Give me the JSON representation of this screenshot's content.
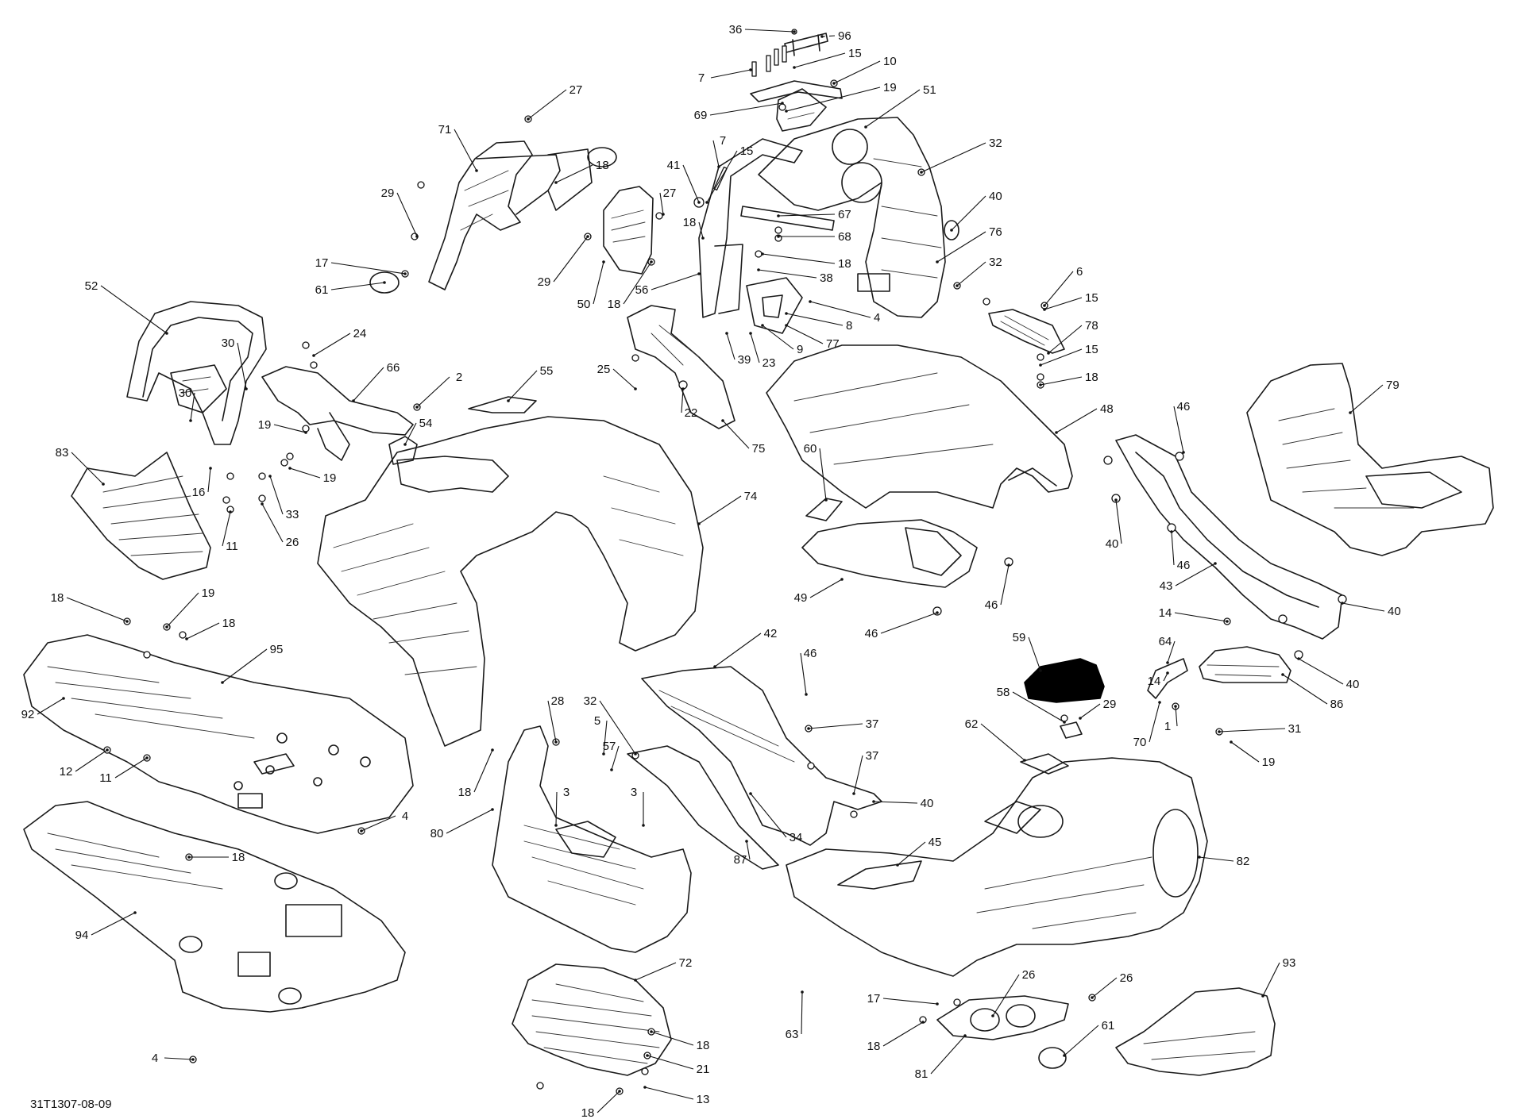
{
  "diagram_code": "31T1307-08-09",
  "callouts": [
    {
      "id": "c36a",
      "text": "36"
    },
    {
      "id": "c96",
      "text": "96"
    },
    {
      "id": "c15a",
      "text": "15"
    },
    {
      "id": "c7a",
      "text": "7"
    },
    {
      "id": "c10",
      "text": "10"
    },
    {
      "id": "c69",
      "text": "69"
    },
    {
      "id": "c19a",
      "text": "19"
    },
    {
      "id": "c51",
      "text": "51"
    },
    {
      "id": "c27a",
      "text": "27"
    },
    {
      "id": "c71",
      "text": "71"
    },
    {
      "id": "c18a",
      "text": "18"
    },
    {
      "id": "c7b",
      "text": "7"
    },
    {
      "id": "c15b",
      "text": "15"
    },
    {
      "id": "c41",
      "text": "41"
    },
    {
      "id": "c32a",
      "text": "32"
    },
    {
      "id": "c27b",
      "text": "27"
    },
    {
      "id": "c18b",
      "text": "18"
    },
    {
      "id": "c67",
      "text": "67"
    },
    {
      "id": "c40a",
      "text": "40"
    },
    {
      "id": "c29a",
      "text": "29"
    },
    {
      "id": "c68",
      "text": "68"
    },
    {
      "id": "c76",
      "text": "76"
    },
    {
      "id": "c18c",
      "text": "18"
    },
    {
      "id": "c17a",
      "text": "17"
    },
    {
      "id": "c32b",
      "text": "32"
    },
    {
      "id": "c38",
      "text": "38"
    },
    {
      "id": "c61a",
      "text": "61"
    },
    {
      "id": "c29b",
      "text": "29"
    },
    {
      "id": "c56",
      "text": "56"
    },
    {
      "id": "c6",
      "text": "6"
    },
    {
      "id": "c50",
      "text": "50"
    },
    {
      "id": "c18d",
      "text": "18"
    },
    {
      "id": "c8",
      "text": "8"
    },
    {
      "id": "c4a",
      "text": "4"
    },
    {
      "id": "c15c",
      "text": "15"
    },
    {
      "id": "c52",
      "text": "52"
    },
    {
      "id": "c77",
      "text": "77"
    },
    {
      "id": "c78",
      "text": "78"
    },
    {
      "id": "c24",
      "text": "24"
    },
    {
      "id": "c9",
      "text": "9"
    },
    {
      "id": "c15d",
      "text": "15"
    },
    {
      "id": "c30a",
      "text": "30"
    },
    {
      "id": "c39",
      "text": "39"
    },
    {
      "id": "c23",
      "text": "23"
    },
    {
      "id": "c66",
      "text": "66"
    },
    {
      "id": "c18e",
      "text": "18"
    },
    {
      "id": "c25",
      "text": "25"
    },
    {
      "id": "c55",
      "text": "55"
    },
    {
      "id": "c2",
      "text": "2"
    },
    {
      "id": "c30b",
      "text": "30"
    },
    {
      "id": "c48",
      "text": "48"
    },
    {
      "id": "c46a",
      "text": "46"
    },
    {
      "id": "c79",
      "text": "79"
    },
    {
      "id": "c22",
      "text": "22"
    },
    {
      "id": "c19b",
      "text": "19"
    },
    {
      "id": "c54",
      "text": "54"
    },
    {
      "id": "c75",
      "text": "75"
    },
    {
      "id": "c60",
      "text": "60"
    },
    {
      "id": "c83",
      "text": "83"
    },
    {
      "id": "c19c",
      "text": "19"
    },
    {
      "id": "c16",
      "text": "16"
    },
    {
      "id": "c33",
      "text": "33"
    },
    {
      "id": "c74",
      "text": "74"
    },
    {
      "id": "c40b",
      "text": "40"
    },
    {
      "id": "c46b",
      "text": "46"
    },
    {
      "id": "c11a",
      "text": "11"
    },
    {
      "id": "c26a",
      "text": "26"
    },
    {
      "id": "c49",
      "text": "49"
    },
    {
      "id": "c43",
      "text": "43"
    },
    {
      "id": "c46c",
      "text": "46"
    },
    {
      "id": "c40c",
      "text": "40"
    },
    {
      "id": "c46d",
      "text": "46"
    },
    {
      "id": "c18f",
      "text": "18"
    },
    {
      "id": "c19d",
      "text": "19"
    },
    {
      "id": "c18g",
      "text": "18"
    },
    {
      "id": "c14a",
      "text": "14"
    },
    {
      "id": "c42",
      "text": "42"
    },
    {
      "id": "c95",
      "text": "95"
    },
    {
      "id": "c59",
      "text": "59"
    },
    {
      "id": "c64",
      "text": "64"
    },
    {
      "id": "c46e",
      "text": "46"
    },
    {
      "id": "c14b",
      "text": "14"
    },
    {
      "id": "c40d",
      "text": "40"
    },
    {
      "id": "c86",
      "text": "86"
    },
    {
      "id": "c92",
      "text": "92"
    },
    {
      "id": "c28",
      "text": "28"
    },
    {
      "id": "c32c",
      "text": "32"
    },
    {
      "id": "c58",
      "text": "58"
    },
    {
      "id": "c29c",
      "text": "29"
    },
    {
      "id": "c5",
      "text": "5"
    },
    {
      "id": "c37a",
      "text": "37"
    },
    {
      "id": "c62",
      "text": "62"
    },
    {
      "id": "c1",
      "text": "1"
    },
    {
      "id": "c31",
      "text": "31"
    },
    {
      "id": "c12",
      "text": "12"
    },
    {
      "id": "c11b",
      "text": "11"
    },
    {
      "id": "c57",
      "text": "57"
    },
    {
      "id": "c70",
      "text": "70"
    },
    {
      "id": "c19e",
      "text": "19"
    },
    {
      "id": "c18h",
      "text": "18"
    },
    {
      "id": "c3a",
      "text": "3"
    },
    {
      "id": "c3b",
      "text": "3"
    },
    {
      "id": "c37b",
      "text": "37"
    },
    {
      "id": "c4b",
      "text": "4"
    },
    {
      "id": "c40e",
      "text": "40"
    },
    {
      "id": "c34",
      "text": "34"
    },
    {
      "id": "c80",
      "text": "80"
    },
    {
      "id": "c45",
      "text": "45"
    },
    {
      "id": "c18i",
      "text": "18"
    },
    {
      "id": "c87",
      "text": "87"
    },
    {
      "id": "c82",
      "text": "82"
    },
    {
      "id": "c94",
      "text": "94"
    },
    {
      "id": "c72",
      "text": "72"
    },
    {
      "id": "c26b",
      "text": "26"
    },
    {
      "id": "c93",
      "text": "93"
    },
    {
      "id": "c17b",
      "text": "17"
    },
    {
      "id": "c26c",
      "text": "26"
    },
    {
      "id": "c4c",
      "text": "4"
    },
    {
      "id": "c63",
      "text": "63"
    },
    {
      "id": "c18j",
      "text": "18"
    },
    {
      "id": "c61b",
      "text": "61"
    },
    {
      "id": "c18k",
      "text": "18"
    },
    {
      "id": "c21",
      "text": "21"
    },
    {
      "id": "c81",
      "text": "81"
    },
    {
      "id": "c18l",
      "text": "18"
    },
    {
      "id": "c13",
      "text": "13"
    }
  ]
}
